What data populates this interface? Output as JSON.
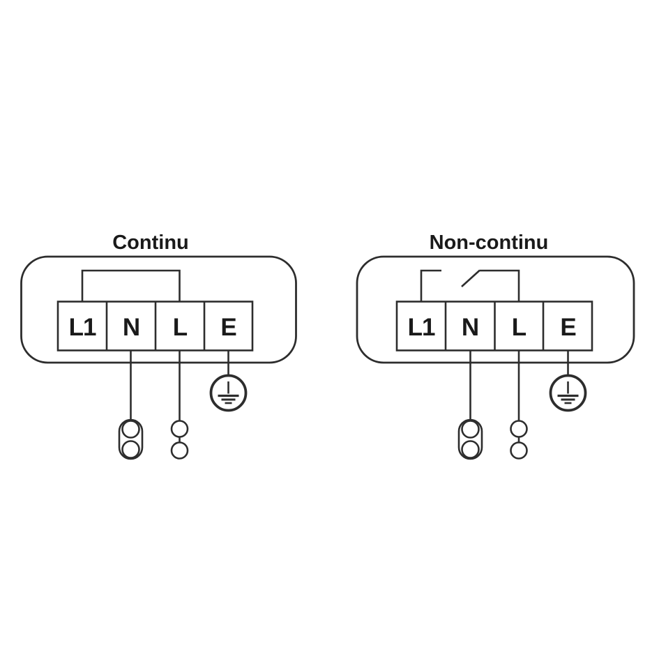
{
  "colors": {
    "line": "#2d2d2d",
    "text": "#1a1a1a",
    "background": "#ffffff"
  },
  "diagrams": [
    {
      "title": "Continu",
      "mode": "continuous-jumper-between-L1-and-L",
      "terminals": [
        "L1",
        "N",
        "L",
        "E"
      ]
    },
    {
      "title": "Non-continu",
      "mode": "switched-jumper-between-L1-and-L",
      "terminals": [
        "L1",
        "N",
        "L",
        "E"
      ]
    }
  ]
}
